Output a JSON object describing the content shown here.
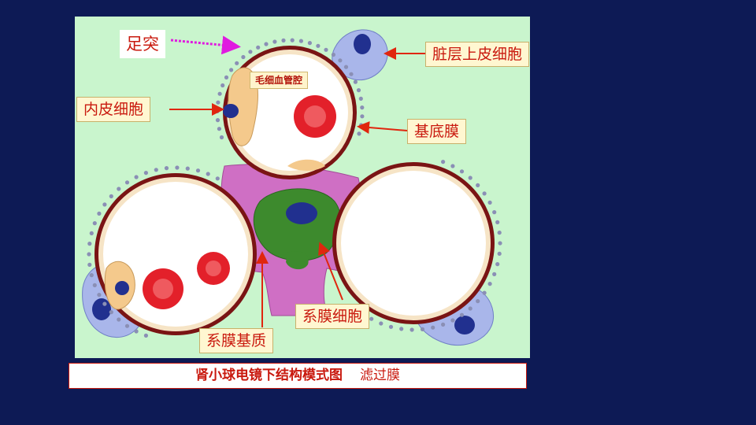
{
  "labels": {
    "foot_process": "足突",
    "capillary_lumen": "毛细血管腔",
    "visceral_epithelial_cell": "脏层上皮细胞",
    "endothelial_cell": "内皮细胞",
    "basement_membrane": "基底膜",
    "mesangial_cell": "系膜细胞",
    "mesangial_matrix": "系膜基质"
  },
  "caption": {
    "main": "肾小球电镜下结构模式图",
    "sub": "滤过膜"
  },
  "colors": {
    "slide_background": "#0d1a55",
    "figure_background": "#c9f5cd",
    "label_text": "#c9190e",
    "label_background": "#fff7d1",
    "membrane": "#9a1b1b",
    "podocyte": "#a9b6ea",
    "endothelium": "#f4c98c",
    "mesangial_matrix": "#cf6fc4",
    "mesangial_cell": "#3d8a2d",
    "nucleus": "#21308f",
    "red_blood_cell": "#e3202a",
    "arrow": "#e0260e",
    "foot_process_arrow": "#e01ae0"
  }
}
